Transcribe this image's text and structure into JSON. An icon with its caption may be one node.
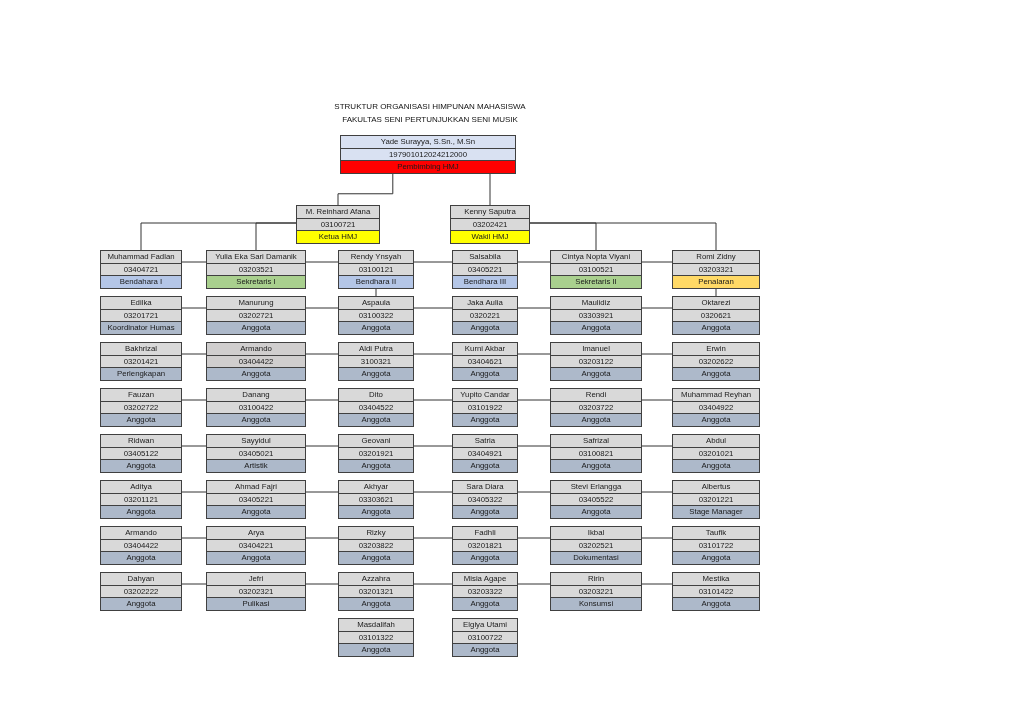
{
  "diagram": {
    "title": "STRUKTUR ORGANISASI HIMPUNAN MAHASISWA FAKULTAS SENI PERTUNJUKKAN SENI MUSIK",
    "nodes": [
      {
        "text": [
          "Yade Surayya, S.Sn., M.Sn",
          "197901012024212000",
          "Pembimbing HMJ"
        ]
      },
      {
        "text": [
          "M. Reinhard Afana",
          "03100721",
          "Ketua HMJ"
        ]
      },
      {
        "text": [
          "Kenny Saputra",
          "03202421",
          "Wakil HMJ"
        ]
      },
      {
        "text": [
          "Muhammad Fadlan",
          "03404721",
          "Bendahara I"
        ]
      },
      {
        "text": [
          "Yulia Eka Sari Damanik",
          "03203521",
          "Sekretaris I"
        ]
      },
      {
        "text": [
          "Rendy Ynsyah",
          "03100121",
          "Bendhara II"
        ]
      },
      {
        "text": [
          "Salsabila",
          "03405221",
          "Bendhara III"
        ]
      },
      {
        "text": [
          "Cintya Nopta Viyani",
          "03100521",
          "Sekretaris II"
        ]
      },
      {
        "text": [
          "Romi Zidny",
          "03203321",
          "Penalaran"
        ]
      },
      {
        "text": [
          "Edilka",
          "03201721",
          "Koordinator Humas"
        ]
      },
      {
        "text": [
          "Manurung",
          "03202721",
          "Anggota"
        ]
      },
      {
        "text": [
          "Aspaula",
          "03100322",
          "Anggota"
        ]
      },
      {
        "text": [
          "Jaka Aulia",
          "0320221",
          "Anggota"
        ]
      },
      {
        "text": [
          "Maulidiz",
          "03303921",
          "Anggota"
        ]
      },
      {
        "text": [
          "Oktarezi",
          "0320621",
          "Anggota"
        ]
      },
      {
        "text": [
          "Bakhrizal",
          "03201421",
          "Perlengkapan"
        ]
      },
      {
        "text": [
          "Armando",
          "03404422",
          "Anggota"
        ]
      },
      {
        "text": [
          "Aldi Putra",
          "3100321",
          "Anggota"
        ]
      },
      {
        "text": [
          "Kurni Akbar",
          "03404621",
          "Anggota"
        ]
      },
      {
        "text": [
          "Imanuel",
          "03203122",
          "Anggota"
        ]
      },
      {
        "text": [
          "Erwin",
          "03202622",
          "Anggota"
        ]
      },
      {
        "text": [
          "Fauzan",
          "03202722",
          "Anggota"
        ]
      },
      {
        "text": [
          "Danang",
          "03100422",
          "Anggota"
        ]
      },
      {
        "text": [
          "Dito",
          "03404522",
          "Anggota"
        ]
      },
      {
        "text": [
          "Yupito Candar",
          "03101922",
          "Anggota"
        ]
      },
      {
        "text": [
          "Rendi",
          "03203722",
          "Anggota"
        ]
      },
      {
        "text": [
          "Muhammad Reyhan",
          "03404922",
          "Anggota"
        ]
      },
      {
        "text": [
          "Ridwan",
          "03405122",
          "Anggota"
        ]
      },
      {
        "text": [
          "Sayyidul",
          "03405021",
          "Artistik"
        ]
      },
      {
        "text": [
          "Geovani",
          "03201921",
          "Anggota"
        ]
      },
      {
        "text": [
          "Satria",
          "03404921",
          "Anggota"
        ]
      },
      {
        "text": [
          "Safrizal",
          "03100821",
          "Anggota"
        ]
      },
      {
        "text": [
          "Abdul",
          "03201021",
          "Anggota"
        ]
      },
      {
        "text": [
          "Aditya",
          "03201121",
          "Anggota"
        ]
      },
      {
        "text": [
          "Ahmad Fajri",
          "03405221",
          "Anggota"
        ]
      },
      {
        "text": [
          "Akhyar",
          "03303621",
          "Anggota"
        ]
      },
      {
        "text": [
          "Sara Diara",
          "03405322",
          "Anggota"
        ]
      },
      {
        "text": [
          "Stevi Erlangga",
          "03405522",
          "Anggota"
        ]
      },
      {
        "text": [
          "Albertus",
          "03201221",
          "Stage Manager"
        ]
      },
      {
        "text": [
          "Armando",
          "03404422",
          "Anggota"
        ]
      },
      {
        "text": [
          "Arya",
          "03404221",
          "Anggota"
        ]
      },
      {
        "text": [
          "Rizky",
          "03203822",
          "Anggota"
        ]
      },
      {
        "text": [
          "Fadhli",
          "03201821",
          "Anggota"
        ]
      },
      {
        "text": [
          "Ikbal",
          "03202521",
          "Dokumentasi"
        ]
      },
      {
        "text": [
          "Taufik",
          "03101722",
          "Anggota"
        ]
      },
      {
        "text": [
          "Dahyan",
          "03202222",
          "Anggota"
        ]
      },
      {
        "text": [
          "Jefri",
          "03202321",
          "Pulikasi"
        ]
      },
      {
        "text": [
          "Azzahra",
          "03201321",
          "Anggota"
        ]
      },
      {
        "text": [
          "Misia Agape",
          "03203322",
          "Anggota"
        ]
      },
      {
        "text": [
          "Ririn",
          "03203221",
          "Konsumsi"
        ]
      },
      {
        "text": [
          "Mestika",
          "03101422",
          "Anggota"
        ]
      },
      {
        "text": [
          "Masdalifah",
          "03101322",
          "Anggota"
        ]
      },
      {
        "text": [
          "Elgiya Utami",
          "03100722",
          "Anggota"
        ]
      }
    ],
    "edges": [
      {
        "from": 0,
        "to": 1,
        "arrow": "none"
      },
      {
        "from": 0,
        "to": 2,
        "arrow": "none"
      },
      {
        "from": 1,
        "to": 3,
        "arrow": "none"
      },
      {
        "from": 1,
        "to": 4,
        "arrow": "none"
      },
      {
        "from": 2,
        "to": 7,
        "arrow": "none"
      },
      {
        "from": 2,
        "to": 8,
        "arrow": "none"
      },
      {
        "from": 5,
        "to": 11,
        "arrow": "none"
      },
      {
        "from": 8,
        "to": 14,
        "arrow": "none"
      },
      {
        "from": 3,
        "to": 4,
        "arrow": "none"
      },
      {
        "from": 4,
        "to": 5,
        "arrow": "none"
      },
      {
        "from": 5,
        "to": 6,
        "arrow": "none"
      },
      {
        "from": 6,
        "to": 7,
        "arrow": "none"
      },
      {
        "from": 7,
        "to": 8,
        "arrow": "none"
      },
      {
        "from": 9,
        "to": 10,
        "arrow": "none"
      },
      {
        "from": 10,
        "to": 11,
        "arrow": "none"
      },
      {
        "from": 11,
        "to": 12,
        "arrow": "none"
      },
      {
        "from": 12,
        "to": 13,
        "arrow": "none"
      },
      {
        "from": 13,
        "to": 14,
        "arrow": "none"
      },
      {
        "from": 15,
        "to": 16,
        "arrow": "none"
      },
      {
        "from": 16,
        "to": 17,
        "arrow": "none"
      },
      {
        "from": 17,
        "to": 18,
        "arrow": "none"
      },
      {
        "from": 18,
        "to": 19,
        "arrow": "none"
      },
      {
        "from": 19,
        "to": 20,
        "arrow": "none"
      },
      {
        "from": 21,
        "to": 22,
        "arrow": "none"
      },
      {
        "from": 22,
        "to": 23,
        "arrow": "none"
      },
      {
        "from": 23,
        "to": 24,
        "arrow": "none"
      },
      {
        "from": 24,
        "to": 25,
        "arrow": "none"
      },
      {
        "from": 25,
        "to": 26,
        "arrow": "none"
      },
      {
        "from": 27,
        "to": 28,
        "arrow": "none"
      },
      {
        "from": 28,
        "to": 29,
        "arrow": "none"
      },
      {
        "from": 29,
        "to": 30,
        "arrow": "none"
      },
      {
        "from": 30,
        "to": 31,
        "arrow": "none"
      },
      {
        "from": 31,
        "to": 32,
        "arrow": "none"
      },
      {
        "from": 33,
        "to": 34,
        "arrow": "none"
      },
      {
        "from": 34,
        "to": 35,
        "arrow": "none"
      },
      {
        "from": 35,
        "to": 36,
        "arrow": "none"
      },
      {
        "from": 36,
        "to": 37,
        "arrow": "none"
      },
      {
        "from": 37,
        "to": 38,
        "arrow": "none"
      },
      {
        "from": 39,
        "to": 40,
        "arrow": "none"
      },
      {
        "from": 40,
        "to": 41,
        "arrow": "none"
      },
      {
        "from": 41,
        "to": 42,
        "arrow": "none"
      },
      {
        "from": 42,
        "to": 43,
        "arrow": "none"
      },
      {
        "from": 43,
        "to": 44,
        "arrow": "none"
      },
      {
        "from": 45,
        "to": 46,
        "arrow": "none"
      },
      {
        "from": 46,
        "to": 47,
        "arrow": "none"
      },
      {
        "from": 47,
        "to": 48,
        "arrow": "none"
      },
      {
        "from": 48,
        "to": 49,
        "arrow": "none"
      },
      {
        "from": 49,
        "to": 50,
        "arrow": "none"
      }
    ]
  }
}
